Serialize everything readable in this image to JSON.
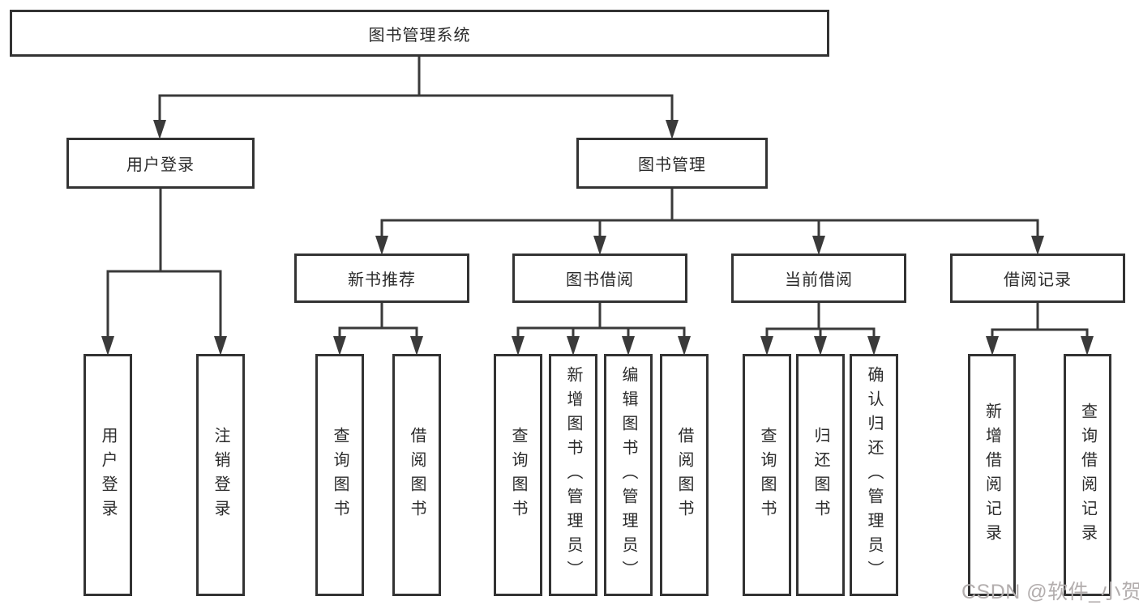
{
  "nodes": {
    "root": {
      "label": "图书管理系统"
    },
    "user_login": {
      "label": "用户登录"
    },
    "book_mgmt": {
      "label": "图书管理"
    },
    "new_book": {
      "label": "新书推荐"
    },
    "book_borrow": {
      "label": "图书借阅"
    },
    "current_borrow": {
      "label": "当前借阅"
    },
    "borrow_record": {
      "label": "借阅记录"
    },
    "leaf_user_login": {
      "label": "用户登录"
    },
    "leaf_logout": {
      "label": "注销登录"
    },
    "leaf_new_query": {
      "label": "查询图书"
    },
    "leaf_new_borrow": {
      "label": "借阅图书"
    },
    "leaf_borrow_query": {
      "label": "查询图书"
    },
    "leaf_borrow_add": {
      "label": "新增图书（管理员）"
    },
    "leaf_borrow_edit": {
      "label": "编辑图书（管理员）"
    },
    "leaf_borrow_borrow": {
      "label": "借阅图书"
    },
    "leaf_current_query": {
      "label": "查询图书"
    },
    "leaf_current_return": {
      "label": "归还图书"
    },
    "leaf_current_confirm": {
      "label": "确认归还（管理员）"
    },
    "leaf_record_add": {
      "label": "新增借阅记录"
    },
    "leaf_record_query": {
      "label": "查询借阅记录"
    }
  },
  "watermark": {
    "text": "CSDN @软件_小贺同学"
  },
  "colors": {
    "line": "#3a3a3a",
    "box_border": "#333333",
    "text": "#2b2b2b",
    "watermark": "#b3aeae",
    "background": "#ffffff"
  }
}
